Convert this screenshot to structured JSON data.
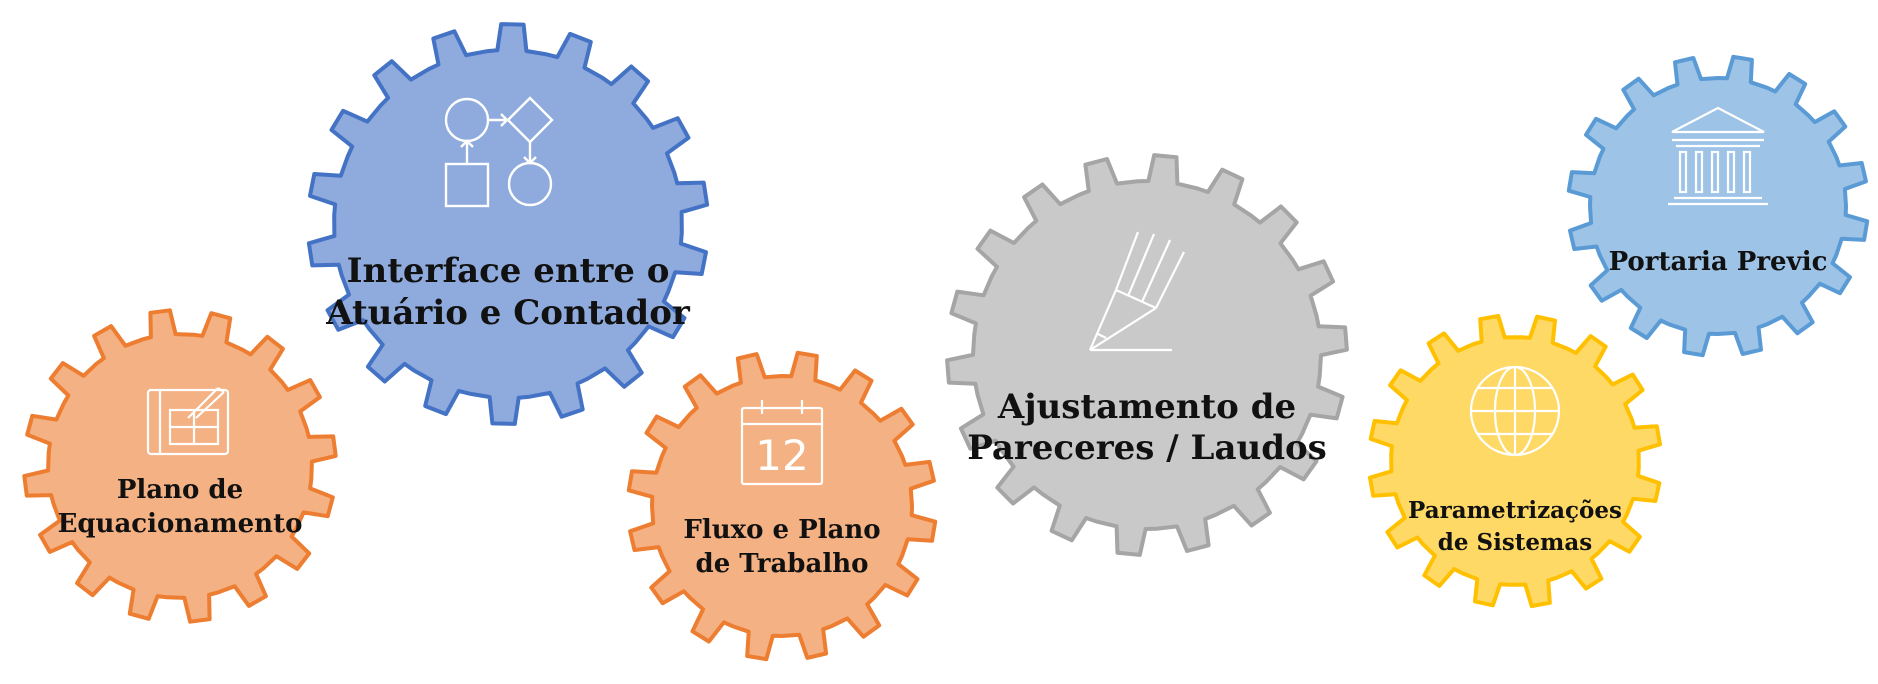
{
  "colors": {
    "orange_fill": "#f4b183",
    "orange_stroke": "#ed7d31",
    "blue_fill": "#8faadc",
    "blue_stroke": "#4472c4",
    "gray_fill": "#c9c9c9",
    "gray_stroke": "#a5a5a5",
    "yellow_fill": "#ffd966",
    "yellow_stroke": "#ffc000",
    "lightblue_fill": "#9dc3e6",
    "lightblue_stroke": "#5b9bd5",
    "icon_color": "#ffffff",
    "text_color": "#111111"
  },
  "gears": [
    {
      "id": "plano-equacionamento",
      "color": "orange",
      "icon": "blueprint-icon",
      "label_lines": [
        "Plano de",
        "Equacionamento"
      ]
    },
    {
      "id": "interface-atuario-contador",
      "color": "blue",
      "icon": "flowchart-icon",
      "label_lines": [
        "Interface entre o",
        "Atuário e Contador"
      ]
    },
    {
      "id": "fluxo-plano-trabalho",
      "color": "orange",
      "icon": "calendar-icon",
      "icon_text": "12",
      "label_lines": [
        "Fluxo e Plano",
        "de Trabalho"
      ]
    },
    {
      "id": "ajustamento-pareceres",
      "color": "gray",
      "icon": "pencil-icon",
      "label_lines": [
        "Ajustamento de",
        "Pareceres / Laudos"
      ]
    },
    {
      "id": "parametrizacoes-sistemas",
      "color": "yellow",
      "icon": "globe-icon",
      "label_lines": [
        "Parametrizações",
        "de Sistemas"
      ]
    },
    {
      "id": "portaria-previc",
      "color": "lightblue",
      "icon": "bank-building-icon",
      "label_lines": [
        "Portaria Previc"
      ]
    }
  ]
}
